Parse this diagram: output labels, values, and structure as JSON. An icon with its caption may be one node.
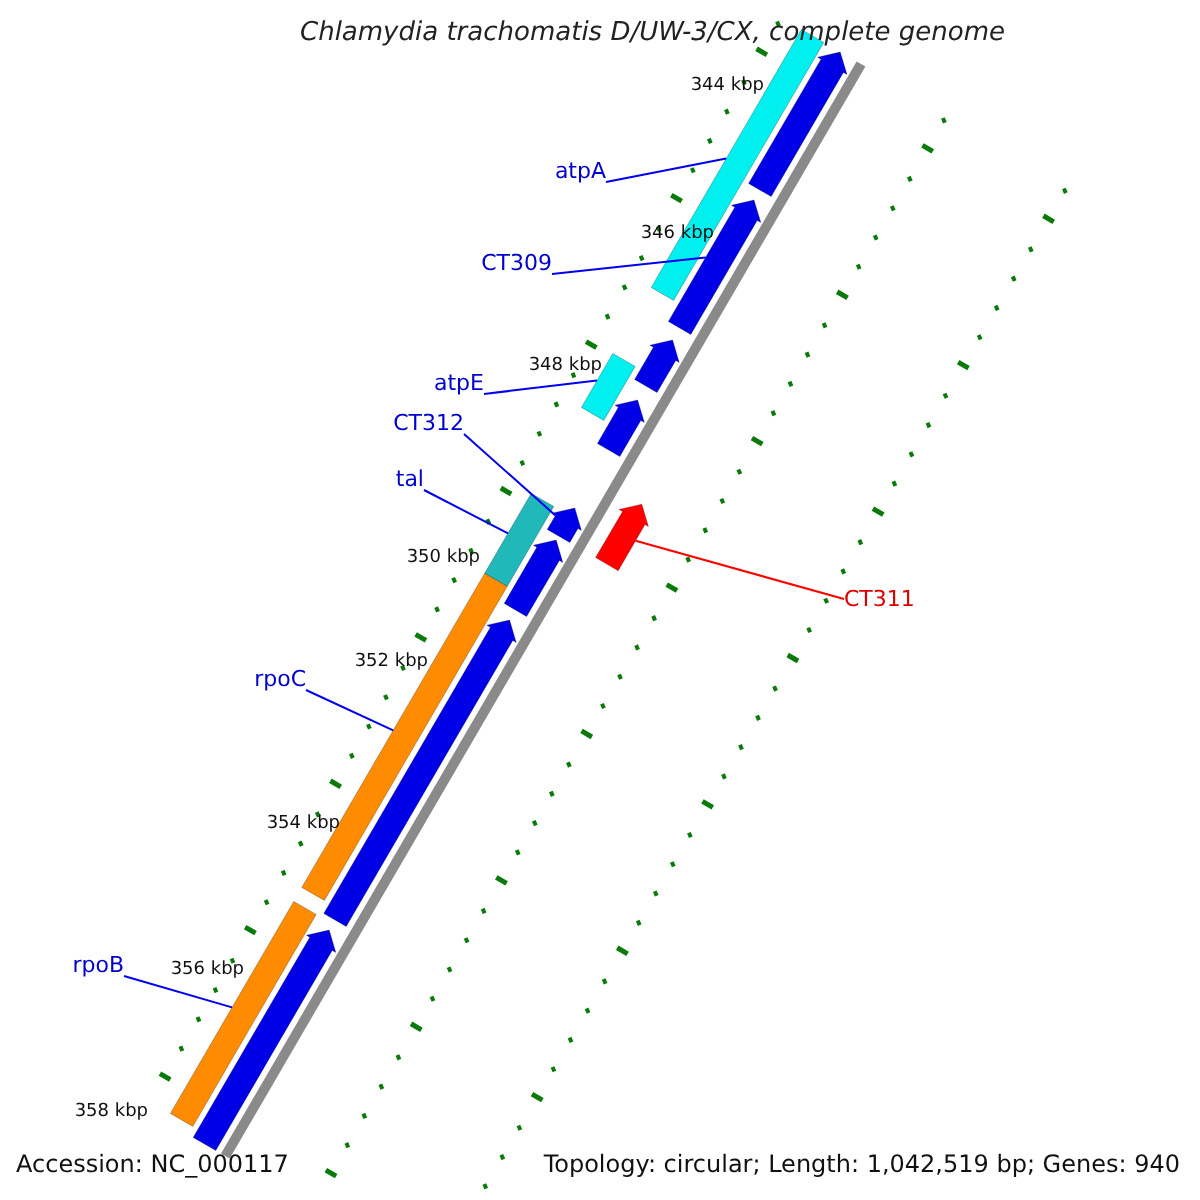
{
  "diagram": {
    "title": "Chlamydia trachomatis D/UW-3/CX, complete genome",
    "nodes": [
      {
        "text": [
          "atpA"
        ]
      },
      {
        "text": [
          "CT309"
        ]
      },
      {
        "text": [
          "atpE"
        ]
      },
      {
        "text": [
          "CT312"
        ]
      },
      {
        "text": [
          "tal"
        ]
      },
      {
        "text": [
          "CT311"
        ]
      },
      {
        "text": [
          "rpoC"
        ]
      },
      {
        "text": [
          "rpoB"
        ]
      },
      {
        "text": [],
        "shape": "bar"
      },
      {
        "text": [],
        "shape": "arrow"
      },
      {
        "text": [],
        "shape": "bar"
      },
      {
        "text": [],
        "shape": "arrow"
      },
      {
        "text": [],
        "shape": "bar"
      },
      {
        "text": [],
        "shape": "arrow"
      },
      {
        "text": [],
        "shape": "bar"
      },
      {
        "text": [],
        "shape": "bar"
      },
      {
        "text": [],
        "shape": "arrow"
      },
      {
        "text": [],
        "shape": "arrow"
      },
      {
        "text": [],
        "shape": "arrow"
      },
      {
        "text": [],
        "shape": "arrow"
      },
      {
        "text": [],
        "shape": "arrow"
      },
      {
        "text": [],
        "shape": "arrow"
      }
    ],
    "edges": [
      {
        "from": 0,
        "to": 8,
        "arrow": "none"
      },
      {
        "from": 1,
        "to": 9,
        "arrow": "none"
      },
      {
        "from": 2,
        "to": 10,
        "arrow": "none"
      },
      {
        "from": 3,
        "to": 11,
        "arrow": "none"
      },
      {
        "from": 4,
        "to": 12,
        "arrow": "none"
      },
      {
        "from": 5,
        "to": 13,
        "arrow": "none",
        "color": "#ff0000"
      },
      {
        "from": 6,
        "to": 14,
        "arrow": "none"
      },
      {
        "from": 7,
        "to": 15,
        "arrow": "none"
      }
    ],
    "labels": [
      "344 kbp",
      "346 kbp",
      "348 kbp",
      "350 kbp",
      "352 kbp",
      "354 kbp",
      "356 kbp",
      "358 kbp",
      "Accession: NC_000117",
      "Topology: circular; Length: 1,042,519 bp; Genes: 940"
    ]
  }
}
